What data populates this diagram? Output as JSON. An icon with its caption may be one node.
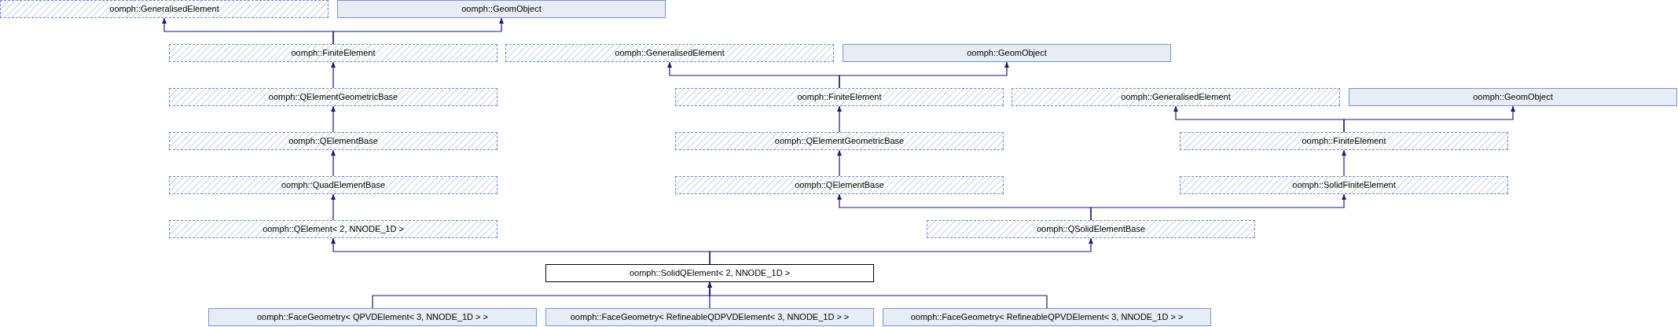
{
  "diagram": {
    "nodes": [
      {
        "text": [
          "oomph::GeneralisedElement"
        ]
      },
      {
        "text": [
          "oomph::GeomObject"
        ]
      },
      {
        "text": [
          "oomph::FiniteElement"
        ]
      },
      {
        "text": [
          "oomph::GeneralisedElement"
        ]
      },
      {
        "text": [
          "oomph::GeomObject"
        ]
      },
      {
        "text": [
          "oomph::QElementGeometricBase"
        ]
      },
      {
        "text": [
          "oomph::FiniteElement"
        ]
      },
      {
        "text": [
          "oomph::GeneralisedElement"
        ]
      },
      {
        "text": [
          "oomph::GeomObject"
        ]
      },
      {
        "text": [
          "oomph::QElementBase"
        ]
      },
      {
        "text": [
          "oomph::QElementGeometricBase"
        ]
      },
      {
        "text": [
          "oomph::FiniteElement"
        ]
      },
      {
        "text": [
          "oomph::QuadElementBase"
        ]
      },
      {
        "text": [
          "oomph::QElementBase"
        ]
      },
      {
        "text": [
          "oomph::SolidFiniteElement"
        ]
      },
      {
        "text": [
          "oomph::QElement< 2, NNODE_1D >"
        ]
      },
      {
        "text": [
          "oomph::QSolidElementBase"
        ]
      },
      {
        "text": [
          "oomph::SolidQElement< 2, NNODE_1D >"
        ]
      },
      {
        "text": [
          "oomph::FaceGeometry< QPVDElement< 3, NNODE_1D > >"
        ]
      },
      {
        "text": [
          "oomph::FaceGeometry< RefineableQDPVDElement< 3, NNODE_1D > >"
        ]
      },
      {
        "text": [
          "oomph::FaceGeometry< RefineableQPVDElement< 3, NNODE_1D > >"
        ]
      }
    ],
    "edges": [
      {
        "from": 2,
        "to": 0,
        "arrow": "to"
      },
      {
        "from": 2,
        "to": 1,
        "arrow": "to"
      },
      {
        "from": 5,
        "to": 2,
        "arrow": "to"
      },
      {
        "from": 9,
        "to": 5,
        "arrow": "to"
      },
      {
        "from": 12,
        "to": 9,
        "arrow": "to"
      },
      {
        "from": 15,
        "to": 12,
        "arrow": "to"
      },
      {
        "from": 6,
        "to": 3,
        "arrow": "to"
      },
      {
        "from": 6,
        "to": 4,
        "arrow": "to"
      },
      {
        "from": 10,
        "to": 6,
        "arrow": "to"
      },
      {
        "from": 13,
        "to": 10,
        "arrow": "to"
      },
      {
        "from": 11,
        "to": 7,
        "arrow": "to"
      },
      {
        "from": 11,
        "to": 8,
        "arrow": "to"
      },
      {
        "from": 14,
        "to": 11,
        "arrow": "to"
      },
      {
        "from": 16,
        "to": 13,
        "arrow": "to"
      },
      {
        "from": 16,
        "to": 14,
        "arrow": "to"
      },
      {
        "from": 17,
        "to": 15,
        "arrow": "to"
      },
      {
        "from": 17,
        "to": 16,
        "arrow": "to"
      },
      {
        "from": 18,
        "to": 17,
        "arrow": "to"
      },
      {
        "from": 19,
        "to": 17,
        "arrow": "to"
      },
      {
        "from": 20,
        "to": 17,
        "arrow": "to"
      }
    ]
  }
}
